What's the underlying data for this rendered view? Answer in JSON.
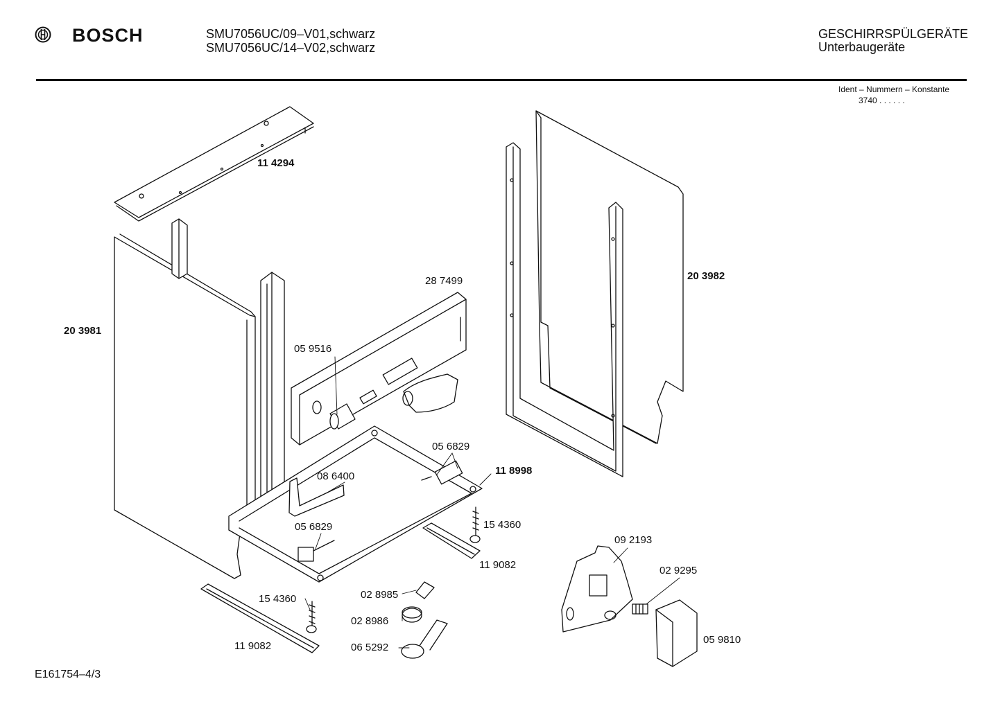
{
  "header": {
    "brand": "BOSCH",
    "models": [
      "SMU7056UC/09–V01,schwarz",
      "SMU7056UC/14–V02,schwarz"
    ],
    "category": "GESCHIRRSPÜLGERÄTE",
    "subcategory": "Unterbaugeräte",
    "ident_title": "Ident – Nummern – Konstante",
    "ident_value": "3740  .  .    .  .  .  ."
  },
  "parts": {
    "p114294": "11 4294",
    "p203982": "20 3982",
    "p203981": "20 3981",
    "p287499": "28 7499",
    "p059516": "05 9516",
    "p056829a": "05 6829",
    "p118998": "11 8998",
    "p086400": "08 6400",
    "p154360a": "15 4360",
    "p056829b": "05 6829",
    "p119082a": "11 9082",
    "p092193": "09 2193",
    "p029295": "02 9295",
    "p028985": "02 8985",
    "p154360b": "15 4360",
    "p028986": "02 8986",
    "p119082b": "11 9082",
    "p065292": "06 5292",
    "p059810": "05 9810"
  },
  "footer": {
    "drawing_id": "E161754–4/3"
  }
}
